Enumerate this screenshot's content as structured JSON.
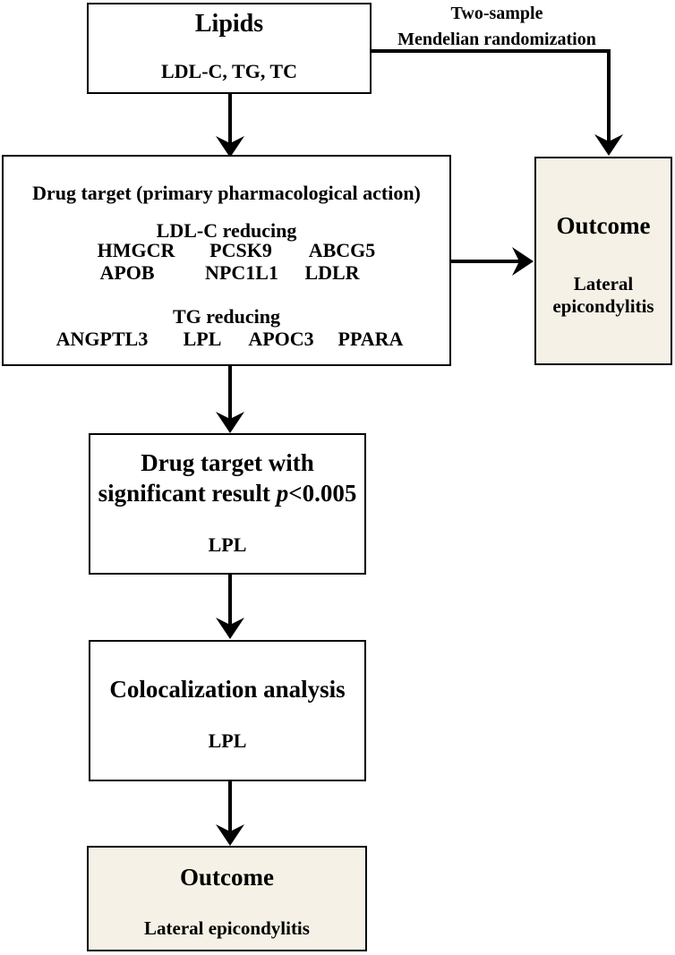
{
  "lipids": {
    "title": "Lipids",
    "subtitle": "LDL-C, TG, TC"
  },
  "mr_label": {
    "line1": "Two-sample",
    "line2": "Mendelian randomization"
  },
  "drug_target": {
    "title": "Drug target (primary pharmacological action)",
    "ldl_heading": "LDL-C reducing",
    "ldl_genes": [
      "HMGCR",
      "PCSK9",
      "ABCG5",
      "APOB",
      "NPC1L1",
      "LDLR"
    ],
    "tg_heading": "TG reducing",
    "tg_genes": [
      "ANGPTL3",
      "LPL",
      "APOC3",
      "PPARA"
    ]
  },
  "outcome_right": {
    "title": "Outcome",
    "line1": "Lateral",
    "line2": "epicondylitis"
  },
  "significant": {
    "line1": "Drug target with",
    "line2_prefix": "significant result ",
    "line2_p": "p",
    "line2_suffix": "<0.005",
    "gene": "LPL"
  },
  "colocalization": {
    "title": "Colocalization analysis",
    "gene": "LPL"
  },
  "outcome_bottom": {
    "title": "Outcome",
    "subtitle": "Lateral epicondylitis"
  },
  "colors": {
    "outcome_fill": "#f5f1e6",
    "stroke": "#000000"
  }
}
